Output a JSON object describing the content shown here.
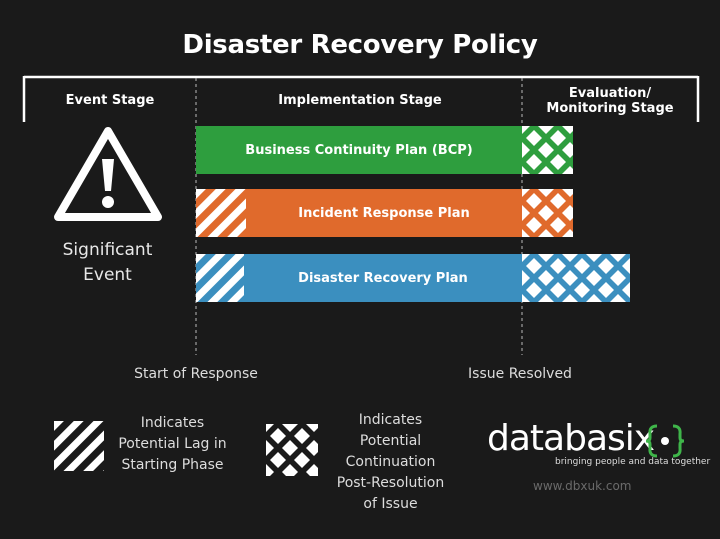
{
  "title": "Disaster Recovery Policy",
  "stages": {
    "event": "Event Stage",
    "implementation": "Implementation Stage",
    "evaluation_line1": "Evaluation/",
    "evaluation_line2": "Monitoring Stage"
  },
  "event": {
    "line1": "Significant",
    "line2": "Event",
    "icon": "warning-triangle-icon"
  },
  "plans": [
    {
      "label": "Business Continuity Plan (BCP)",
      "color": "#2e9e3e"
    },
    {
      "label": "Incident Response Plan",
      "color": "#e06a2c"
    },
    {
      "label": "Disaster Recovery Plan",
      "color": "#3b8fbf"
    }
  ],
  "axis": {
    "start": "Start of Response",
    "resolved": "Issue Resolved"
  },
  "legend": {
    "lag_line1": "Indicates",
    "lag_line2": "Potential Lag in",
    "lag_line3": "Starting Phase",
    "cont_line1": "Indicates",
    "cont_line2": "Potential",
    "cont_line3": "Continuation",
    "cont_line4": "Post-Resolution",
    "cont_line5": "of Issue"
  },
  "logo": {
    "text": "databasix",
    "tagline": "bringing people and data together",
    "url": "www.dbxuk.com",
    "accent": "#3fb54a"
  }
}
